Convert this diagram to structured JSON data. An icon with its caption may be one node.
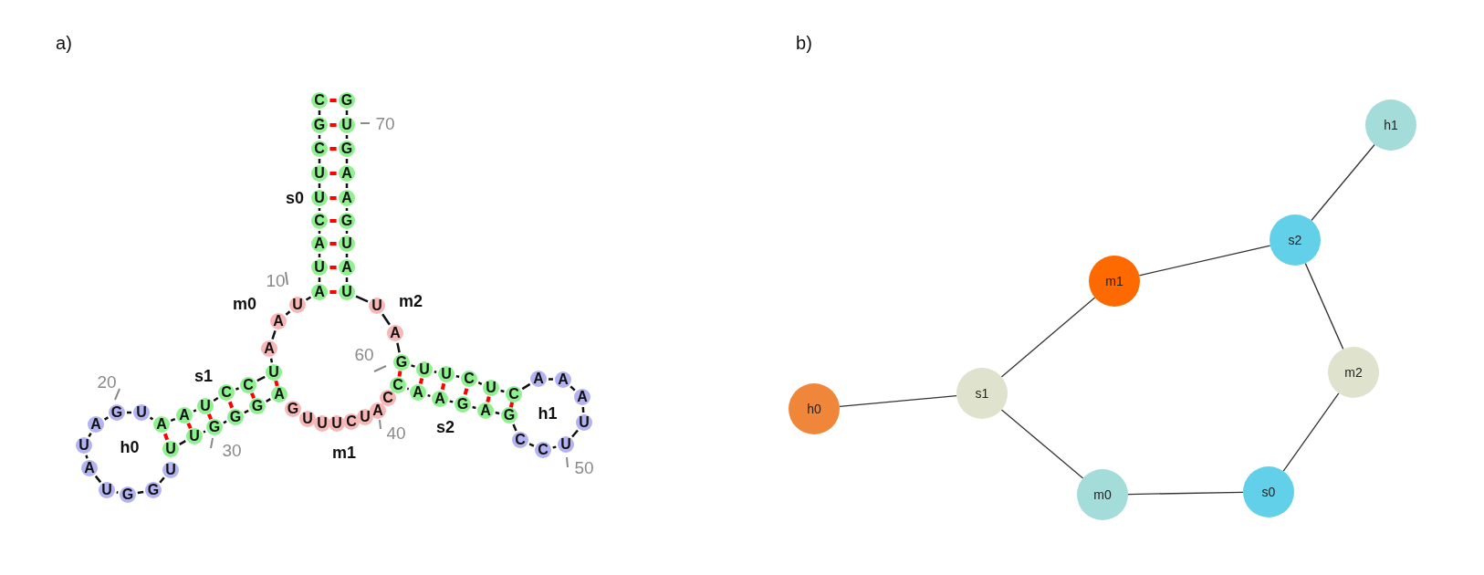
{
  "diagram": {
    "nodes": [
      {
        "text": [
          "h1"
        ]
      },
      {
        "text": [
          "s2"
        ]
      },
      {
        "text": [
          "m1"
        ]
      },
      {
        "text": [
          "m2"
        ]
      },
      {
        "text": [
          "s1"
        ]
      },
      {
        "text": [
          "h0"
        ]
      },
      {
        "text": [
          "m0"
        ]
      },
      {
        "text": [
          "s0"
        ]
      }
    ],
    "edges": [
      {
        "from": 0,
        "to": 1,
        "arrow": "none"
      },
      {
        "from": 2,
        "to": 1,
        "arrow": "none"
      },
      {
        "from": 1,
        "to": 3,
        "arrow": "none"
      },
      {
        "from": 4,
        "to": 2,
        "arrow": "none"
      },
      {
        "from": 5,
        "to": 4,
        "arrow": "none"
      },
      {
        "from": 4,
        "to": 6,
        "arrow": "none"
      },
      {
        "from": 6,
        "to": 7,
        "arrow": "none"
      },
      {
        "from": 7,
        "to": 3,
        "arrow": "none"
      }
    ],
    "labels": [
      "a)",
      "b)",
      "C",
      "G",
      "C",
      "U",
      "U",
      "C",
      "A",
      "U",
      "A",
      "U",
      "A",
      "A",
      "U",
      "C",
      "C",
      "U",
      "A",
      "A",
      "U",
      "G",
      "A",
      "U",
      "A",
      "U",
      "G",
      "G",
      "U",
      "U",
      "U",
      "G",
      "G",
      "G",
      "A",
      "G",
      "U",
      "U",
      "U",
      "C",
      "U",
      "A",
      "C",
      "C",
      "A",
      "A",
      "G",
      "A",
      "G",
      "C",
      "C",
      "U",
      "U",
      "A",
      "A",
      "A",
      "C",
      "U",
      "C",
      "U",
      "U",
      "G",
      "A",
      "U",
      "U",
      "A",
      "U",
      "G",
      "A",
      "A",
      "G",
      "U",
      "G",
      "s0",
      "m0",
      "m2",
      "s1",
      "h0",
      "m1",
      "s2",
      "h1",
      "10",
      "20",
      "30",
      "40",
      "50",
      "60",
      "70"
    ]
  }
}
